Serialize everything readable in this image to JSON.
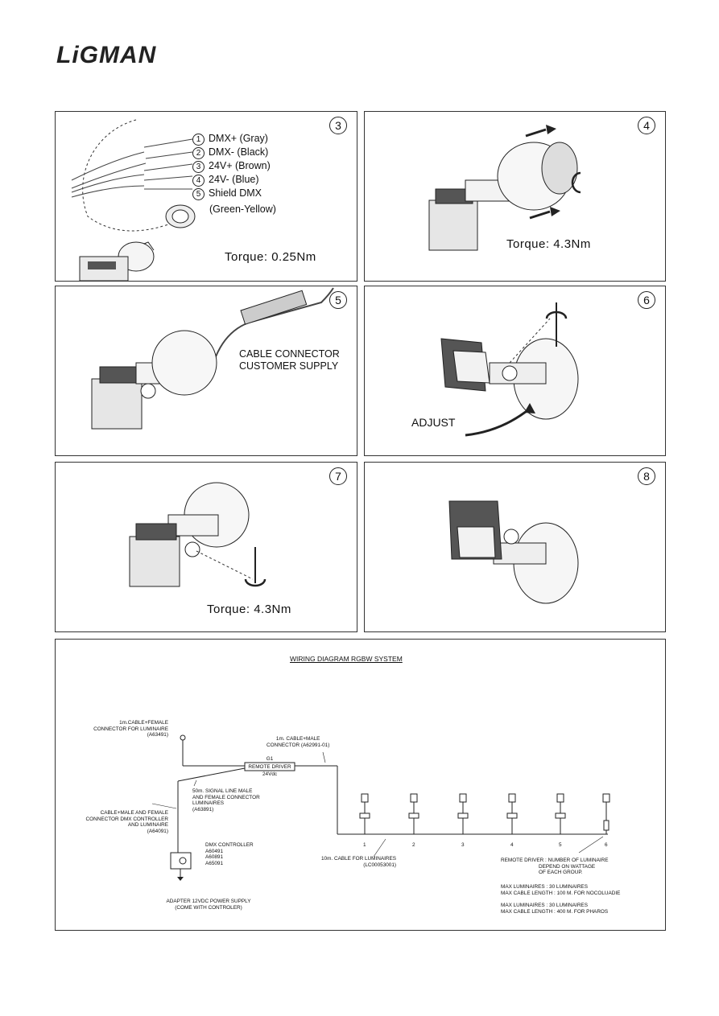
{
  "brand": "LiGMAN",
  "panels": {
    "p3": {
      "number": "3",
      "wires": [
        {
          "n": "1",
          "label": "DMX+ (Gray)"
        },
        {
          "n": "2",
          "label": "DMX- (Black)"
        },
        {
          "n": "3",
          "label": "24V+ (Brown)"
        },
        {
          "n": "4",
          "label": "24V- (Blue)"
        },
        {
          "n": "5",
          "label": "Shield DMX"
        }
      ],
      "wire5_cont": "(Green-Yellow)",
      "torque": "Torque: 0.25Nm"
    },
    "p4": {
      "number": "4",
      "torque": "Torque: 4.3Nm"
    },
    "p5": {
      "number": "5",
      "line1": "CABLE CONNECTOR",
      "line2": "CUSTOMER SUPPLY"
    },
    "p6": {
      "number": "6",
      "adjust": "ADJUST"
    },
    "p7": {
      "number": "7",
      "torque": "Torque: 4.3Nm"
    },
    "p8": {
      "number": "8"
    }
  },
  "wiring": {
    "title": "WIRING DIAGRAM RGBW SYSTEM",
    "cable_female": [
      "1m.CABLE+FEMALE",
      "CONNECTOR FOR LUMINAIRE",
      "(A63491)"
    ],
    "cable_male": [
      "1m. CABLE+MALE",
      "CONNECTOR (A62991-01)"
    ],
    "driver_id": "G1",
    "driver_label": "REMOTE DRIVER",
    "driver_volt": "24Vdc",
    "signal_line": [
      "50m. SIGNAL LINE MALE",
      "AND FEMALE CONNECTOR",
      "LUMINAIRES",
      "(A63891)"
    ],
    "cable_dmx": [
      "CABLE+MALE AND FEMALE",
      "CONNECTOR DMX CONTROLLER",
      "AND LUMINAIRE",
      "(A64091)"
    ],
    "controller": [
      "DMX CONTROLLER",
      "A60491",
      "A60891",
      "A65091"
    ],
    "adapter": [
      "ADAPTER 12VDC POWER SUPPLY",
      "(COME WITH CONTROLER)"
    ],
    "cable10": [
      "10m. CABLE FOR LUMINAIRES",
      "(LC00053001)"
    ],
    "luminaire_numbers": [
      "1",
      "2",
      "3",
      "4",
      "5",
      "6"
    ],
    "notes_driver": [
      "REMOTE DRIVER : NUMBER OF LUMINAIRE",
      "DEPEND ON WATTAGE",
      "OF EACH GROUP."
    ],
    "notes_noco": [
      "MAX LUMINAIRES : 30 LUMINAIRES",
      "MAX CABLE LENGTH : 100 M. FOR NOCOLUADIE"
    ],
    "notes_pharos": [
      "MAX LUMINAIRES : 30 LUMINAIRES",
      "MAX CABLE LENGTH : 400 M. FOR PHAROS"
    ]
  }
}
